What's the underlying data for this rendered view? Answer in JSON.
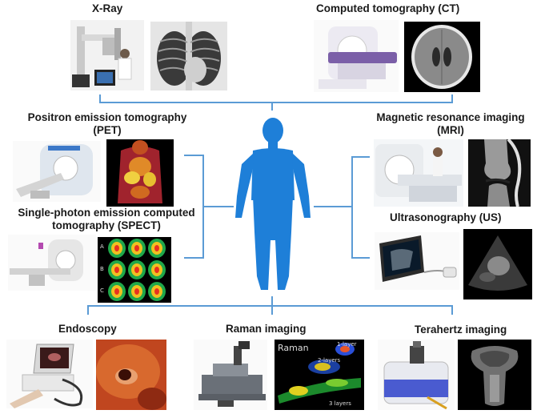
{
  "modalities": {
    "xray": {
      "label": "X-Ray"
    },
    "ct": {
      "label": "Computed tomography (CT)"
    },
    "pet": {
      "line1": "Positron emission tomography",
      "line2": "(PET)"
    },
    "mri": {
      "line1": "Magnetic resonance imaging",
      "line2": "(MRI)"
    },
    "spect": {
      "line1": "Single-photon emission computed",
      "line2": "tomography (SPECT)"
    },
    "us": {
      "label": "Ultrasonography (US)"
    },
    "endoscopy": {
      "label": "Endoscopy"
    },
    "raman": {
      "label": "Raman imaging"
    },
    "terahertz": {
      "label": "Terahertz imaging"
    }
  },
  "raman_image": {
    "title": "Raman",
    "layer1": "1-layer",
    "layer2": "2-layers",
    "layer3": "3 layers"
  },
  "spect_image": {
    "rows": [
      "A",
      "B",
      "C"
    ]
  },
  "colors": {
    "connector": "#5b9bd5",
    "figure": "#1e7fd8",
    "accent": "#2f6fbf"
  }
}
